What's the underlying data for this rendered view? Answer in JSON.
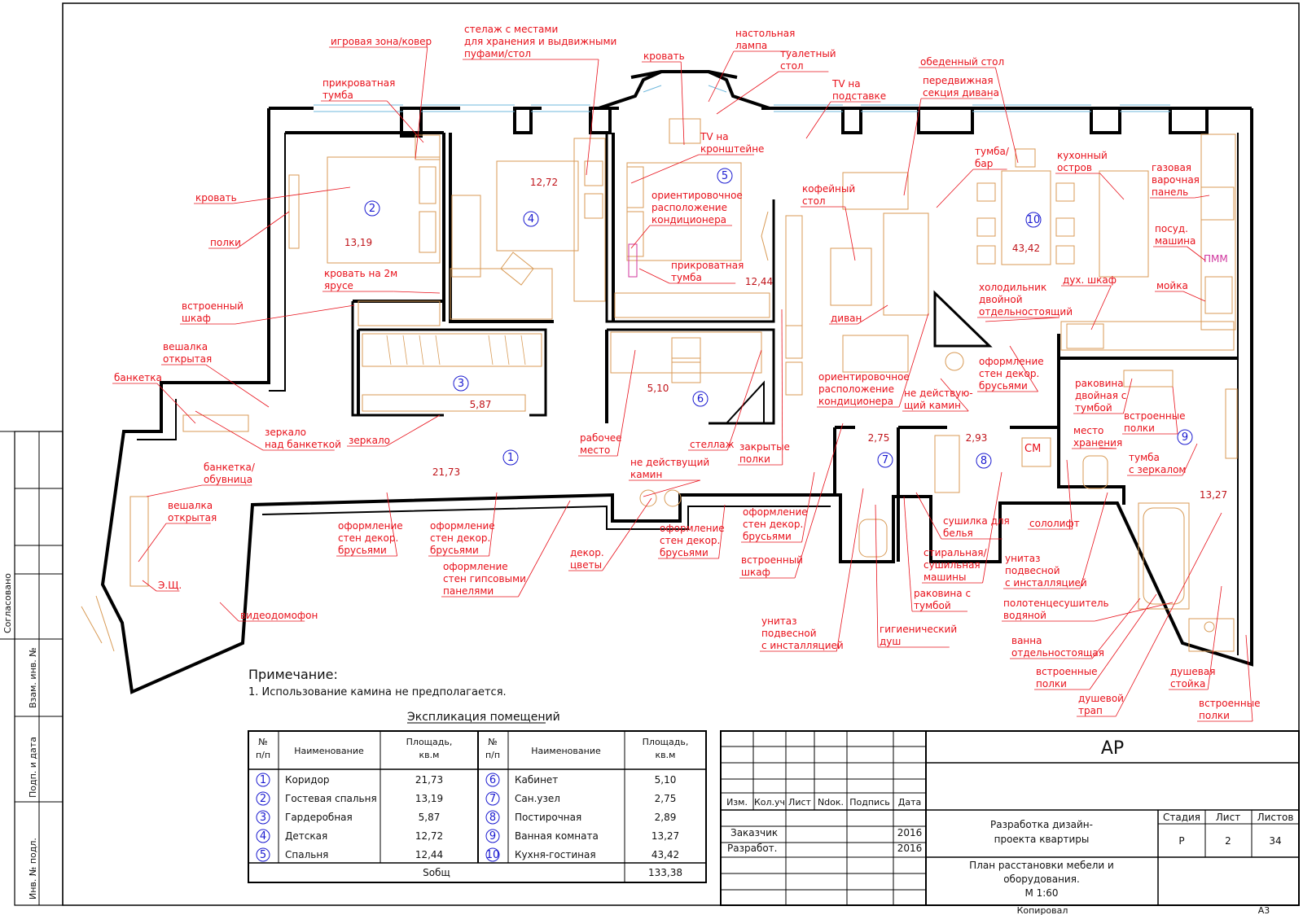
{
  "colors": {
    "wall": "#000000",
    "furniture": "#d89a55",
    "label": "#e8101a",
    "room_number": "#1a1ad0",
    "window": "#6fb8dc"
  },
  "side_stamp": {
    "agreed": "Согласовано",
    "inv_no_vzam": "Взам. инв. №",
    "sign_date": "Подп. и дата",
    "inv_no_podl": "Инв. № подл."
  },
  "rooms": [
    {
      "num": "1",
      "area": "21,73"
    },
    {
      "num": "2",
      "area": "13,19"
    },
    {
      "num": "3",
      "area": "5,87"
    },
    {
      "num": "4",
      "area": "12,72"
    },
    {
      "num": "5",
      "area": "12,44"
    },
    {
      "num": "6",
      "area": "5,10"
    },
    {
      "num": "7",
      "area": "2,75"
    },
    {
      "num": "8",
      "area": "2,93"
    },
    {
      "num": "9",
      "area": "13,27"
    },
    {
      "num": "10",
      "area": "43,42"
    }
  ],
  "labels": [
    [
      "игровая зона/ковер"
    ],
    [
      "стелаж с местами",
      "для хранения и выдвижными",
      "пуфами/стол"
    ],
    [
      "настольная",
      "лампа"
    ],
    [
      "кровать"
    ],
    [
      "туалетный",
      "стол"
    ],
    [
      "прикроватная",
      "тумба"
    ],
    [
      "TV на",
      "подставке"
    ],
    [
      "обеденный стол"
    ],
    [
      "передвижная",
      "секция дивана"
    ],
    [
      "TV на",
      "кронштейне"
    ],
    [
      "тумба/",
      "бар"
    ],
    [
      "кухонный",
      "остров"
    ],
    [
      "газовая",
      "варочная",
      "панель"
    ],
    [
      "кровать"
    ],
    [
      "кофейный",
      "стол"
    ],
    [
      "ориентировочное",
      "расположение",
      "кондиционера"
    ],
    [
      "полки"
    ],
    [
      "посуд.",
      "машина"
    ],
    [
      "прикроватная",
      "тумба"
    ],
    [
      "кровать на 2м",
      "ярусе"
    ],
    [
      "дух. шкаф"
    ],
    [
      "мойка"
    ],
    [
      "холодильник",
      "двойной",
      "отдельностоящий"
    ],
    [
      "встроенный",
      "шкаф"
    ],
    [
      "диван"
    ],
    [
      "оформление",
      "стен декор.",
      "брусьями"
    ],
    [
      "вешалка",
      "открытая"
    ],
    [
      "банкетка"
    ],
    [
      "ориентировочное",
      "расположение",
      "кондиционера"
    ],
    [
      "не действую-",
      "щий камин"
    ],
    [
      "раковина",
      "двойная с",
      "тумбой"
    ],
    [
      "встроенные",
      "полки"
    ],
    [
      "зеркало",
      "над банкеткой"
    ],
    [
      "зеркало"
    ],
    [
      "рабочее",
      "место"
    ],
    [
      "стеллаж"
    ],
    [
      "закрытые",
      "полки"
    ],
    [
      "место",
      "хранения"
    ],
    [
      "тумба",
      "с зеркалом"
    ],
    [
      "не действущий",
      "камин"
    ],
    [
      "банкетка/",
      "обувница"
    ],
    [
      "вешалка",
      "открытая"
    ],
    [
      "оформление",
      "стен декор.",
      "брусьями"
    ],
    [
      "оформление",
      "стен декор.",
      "брусьями"
    ],
    [
      "оформление",
      "стен гипсовыми",
      "панелями"
    ],
    [
      "оформление",
      "стен декор.",
      "брусьями"
    ],
    [
      "оформление",
      "стен декор.",
      "брусьями"
    ],
    [
      "сушилка для",
      "белья"
    ],
    [
      "сололифт"
    ],
    [
      "декор.",
      "цветы"
    ],
    [
      "стиральная/",
      "сушильная",
      "машины"
    ],
    [
      "унитаз",
      "подвесной",
      "с инсталляцией"
    ],
    [
      "встроенный",
      "шкаф"
    ],
    [
      "раковина с",
      "тумбой"
    ],
    [
      "полотенцесушитель",
      "водяной"
    ],
    [
      "Э.Щ."
    ],
    [
      "видеодомофон"
    ],
    [
      "унитаз",
      "подвесной",
      "с инсталляцией"
    ],
    [
      "гигиенический",
      "душ"
    ],
    [
      "ванна",
      "отдельностоящая"
    ],
    [
      "встроенные",
      "полки"
    ],
    [
      "душевая",
      "стойка"
    ],
    [
      "душевой",
      "трап"
    ],
    [
      "встроенные",
      "полки"
    ]
  ],
  "appliance_marks": {
    "washer": "СМ",
    "dishwasher": "ПММ"
  },
  "note": {
    "title": "Примечание:",
    "text": "1. Использование камина не предполагается."
  },
  "explication": {
    "title": "Экспликация помещений",
    "headers": {
      "num": [
        "№",
        "п/п"
      ],
      "name": "Наименование",
      "area": [
        "Площадь,",
        "кв.м"
      ]
    },
    "rows": [
      [
        {
          "num": "1",
          "name": "Коридор",
          "area": "21,73"
        },
        {
          "num": "6",
          "name": "Кабинет",
          "area": "5,10"
        }
      ],
      [
        {
          "num": "2",
          "name": "Гостевая спальня",
          "area": "13,19"
        },
        {
          "num": "7",
          "name": "Сан.узел",
          "area": "2,75"
        }
      ],
      [
        {
          "num": "3",
          "name": "Гардеробная",
          "area": "5,87"
        },
        {
          "num": "8",
          "name": "Постирочная",
          "area": "2,89"
        }
      ],
      [
        {
          "num": "4",
          "name": "Детская",
          "area": "12,72"
        },
        {
          "num": "9",
          "name": "Ванная комната",
          "area": "13,27"
        }
      ],
      [
        {
          "num": "5",
          "name": "Спальня",
          "area": "12,44"
        },
        {
          "num": "10",
          "name": "Кухня-гостиная",
          "area": "43,42"
        }
      ]
    ],
    "total_label": "Sобщ",
    "total_value": "133,38"
  },
  "title_block": {
    "code": "АР",
    "rev_headers": [
      "Изм.",
      "Кол.уч",
      "Лист",
      "Ndoк.",
      "Подпись",
      "Дата"
    ],
    "customer_label": "Заказчик",
    "customer_year": "2016",
    "developer_label": "Разработ.",
    "developer_year": "2016",
    "project_title": [
      "Разработка дизайн-",
      "проекта квартиры"
    ],
    "stage_label": "Стадия",
    "sheet_label": "Лист",
    "sheets_label": "Листов",
    "stage": "Р",
    "sheet": "2",
    "sheets": "34",
    "drawing_title": [
      "План расстановки мебели и",
      "оборудования.",
      "М 1:60"
    ],
    "copied": "Копировал",
    "format": "А3"
  }
}
